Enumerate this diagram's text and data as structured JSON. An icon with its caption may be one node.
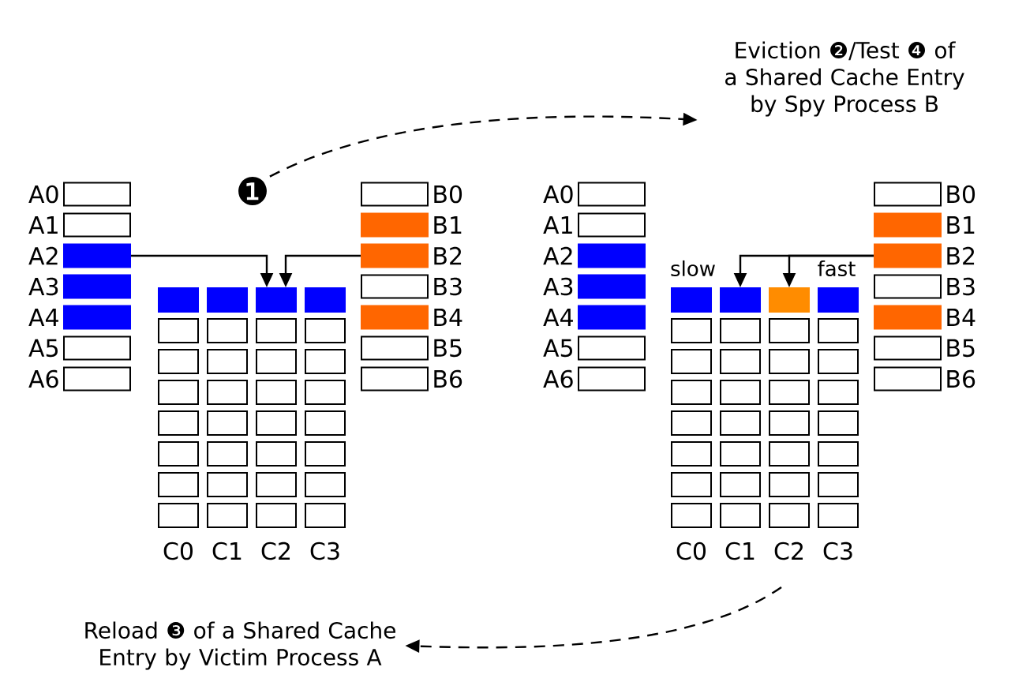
{
  "diagram": {
    "nodes": [
      {
        "text": [
          "Eviction ❷/Test ❹ of a Shared Cache Entry by Spy Process B"
        ]
      },
      {
        "text": [
          "❶"
        ]
      },
      {
        "text": [
          "A0"
        ]
      },
      {
        "text": [
          "A1"
        ]
      },
      {
        "text": [
          "A2"
        ]
      },
      {
        "text": [
          "A3"
        ]
      },
      {
        "text": [
          "A4"
        ]
      },
      {
        "text": [
          "A5"
        ]
      },
      {
        "text": [
          "A6"
        ]
      },
      {
        "text": [],
        "shape": "box"
      },
      {
        "text": [],
        "shape": "box"
      },
      {
        "text": [],
        "shape": "box"
      },
      {
        "text": [],
        "shape": "box"
      },
      {
        "text": [],
        "shape": "box"
      },
      {
        "text": [],
        "shape": "box"
      },
      {
        "text": [],
        "shape": "box"
      },
      {
        "text": [],
        "shape": "box"
      },
      {
        "text": [],
        "shape": "box"
      },
      {
        "text": [],
        "shape": "box"
      },
      {
        "text": [],
        "shape": "box"
      },
      {
        "text": [],
        "shape": "box"
      },
      {
        "text": [],
        "shape": "box"
      },
      {
        "text": [],
        "shape": "box"
      },
      {
        "text": [],
        "shape": "box"
      },
      {
        "text": [],
        "shape": "box"
      },
      {
        "text": [],
        "shape": "box"
      },
      {
        "text": [],
        "shape": "box"
      },
      {
        "text": [],
        "shape": "box"
      },
      {
        "text": [],
        "shape": "box"
      },
      {
        "text": [],
        "shape": "box"
      },
      {
        "text": [],
        "shape": "box"
      },
      {
        "text": [],
        "shape": "box"
      },
      {
        "text": [],
        "shape": "box"
      },
      {
        "text": [],
        "shape": "box"
      },
      {
        "text": [],
        "shape": "box"
      },
      {
        "text": [],
        "shape": "box"
      },
      {
        "text": [],
        "shape": "box"
      },
      {
        "text": [],
        "shape": "box"
      },
      {
        "text": [],
        "shape": "box"
      },
      {
        "text": [],
        "shape": "box"
      },
      {
        "text": [],
        "shape": "box"
      },
      {
        "text": [
          "B0"
        ]
      },
      {
        "text": [
          "B1"
        ]
      },
      {
        "text": [
          "B2"
        ]
      },
      {
        "text": [
          "B3"
        ]
      },
      {
        "text": [
          "B4"
        ]
      },
      {
        "text": [
          "B5"
        ]
      },
      {
        "text": [
          "B6"
        ]
      },
      {
        "text": [
          "A0"
        ]
      },
      {
        "text": [
          "A1"
        ]
      },
      {
        "text": [
          "A2"
        ]
      },
      {
        "text": [
          "A3"
        ]
      },
      {
        "text": [
          "A4"
        ]
      },
      {
        "text": [
          "A5"
        ]
      },
      {
        "text": [
          "A6"
        ]
      },
      {
        "text": [],
        "shape": "box"
      },
      {
        "text": [],
        "shape": "box"
      },
      {
        "text": [],
        "shape": "box"
      },
      {
        "text": [],
        "shape": "box"
      },
      {
        "text": [],
        "shape": "box"
      },
      {
        "text": [],
        "shape": "box"
      },
      {
        "text": [],
        "shape": "box"
      },
      {
        "text": [],
        "shape": "box"
      },
      {
        "text": [],
        "shape": "box"
      },
      {
        "text": [],
        "shape": "box"
      },
      {
        "text": [],
        "shape": "box"
      },
      {
        "text": [],
        "shape": "box"
      },
      {
        "text": [],
        "shape": "box"
      },
      {
        "text": [],
        "shape": "box"
      },
      {
        "text": [],
        "shape": "box"
      },
      {
        "text": [],
        "shape": "box"
      },
      {
        "text": [],
        "shape": "box"
      },
      {
        "text": [],
        "shape": "box"
      },
      {
        "text": [],
        "shape": "box"
      },
      {
        "text": [],
        "shape": "box"
      },
      {
        "text": [],
        "shape": "box"
      },
      {
        "text": [],
        "shape": "box"
      },
      {
        "text": [],
        "shape": "box"
      },
      {
        "text": [],
        "shape": "box"
      },
      {
        "text": [],
        "shape": "box"
      },
      {
        "text": [],
        "shape": "box"
      },
      {
        "text": [],
        "shape": "box"
      },
      {
        "text": [],
        "shape": "box"
      },
      {
        "text": [],
        "shape": "box"
      },
      {
        "text": [],
        "shape": "box"
      },
      {
        "text": [],
        "shape": "box"
      },
      {
        "text": [],
        "shape": "box"
      },
      {
        "text": [
          "B0"
        ]
      },
      {
        "text": [
          "B1"
        ]
      },
      {
        "text": [
          "B2"
        ]
      },
      {
        "text": [
          "B3"
        ]
      },
      {
        "text": [
          "B4"
        ]
      },
      {
        "text": [
          "B5"
        ]
      },
      {
        "text": [
          "B6"
        ]
      },
      {
        "text": [
          "Reload ❸ of a Shared Cache Entry by Victim Process A"
        ]
      }
    ],
    "edges": [
      {
        "from": 1,
        "to": 0,
        "arrow": "to",
        "style": "dashed"
      },
      {
        "from": 4,
        "to": 11,
        "arrow": "to"
      },
      {
        "from": 43,
        "to": 11,
        "arrow": "to"
      },
      {
        "from": 89,
        "to": 56,
        "arrow": "to",
        "label": "slow"
      },
      {
        "from": 89,
        "to": 57,
        "arrow": "to",
        "label": "fast"
      },
      {
        "from": null,
        "to": 94,
        "arrow": "to",
        "style": "dashed"
      }
    ],
    "labels": [
      "C0",
      "C1",
      "C2",
      "C3",
      "C0",
      "C1",
      "C2",
      "C3"
    ]
  }
}
